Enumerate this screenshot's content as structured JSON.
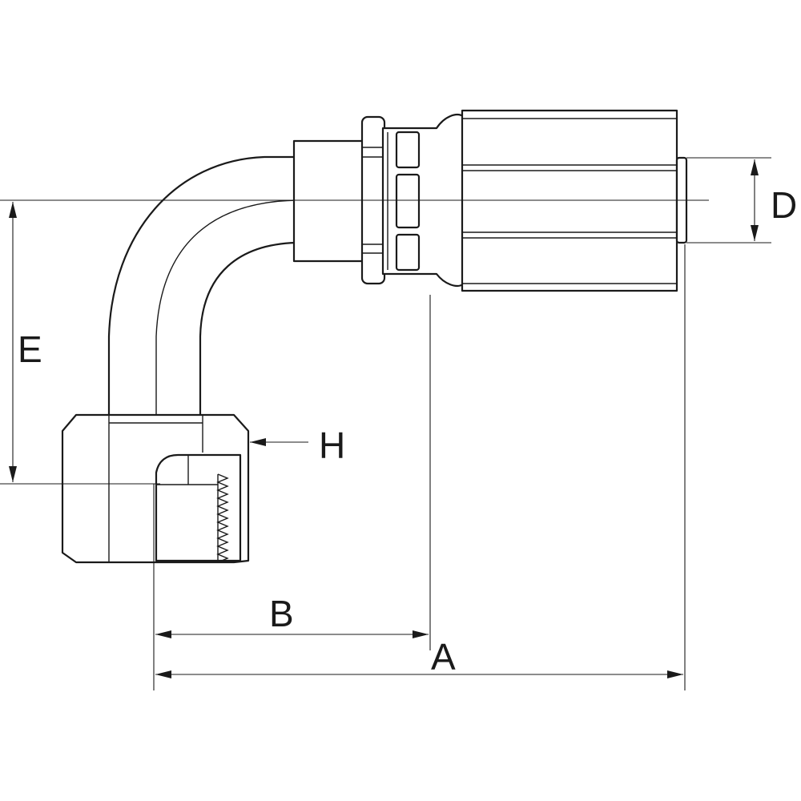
{
  "diagram": {
    "labels": {
      "A": "A",
      "B": "B",
      "D": "D",
      "E": "E",
      "H": "H"
    },
    "ink_color": "#1a1a1a",
    "background_color": "#ffffff"
  }
}
